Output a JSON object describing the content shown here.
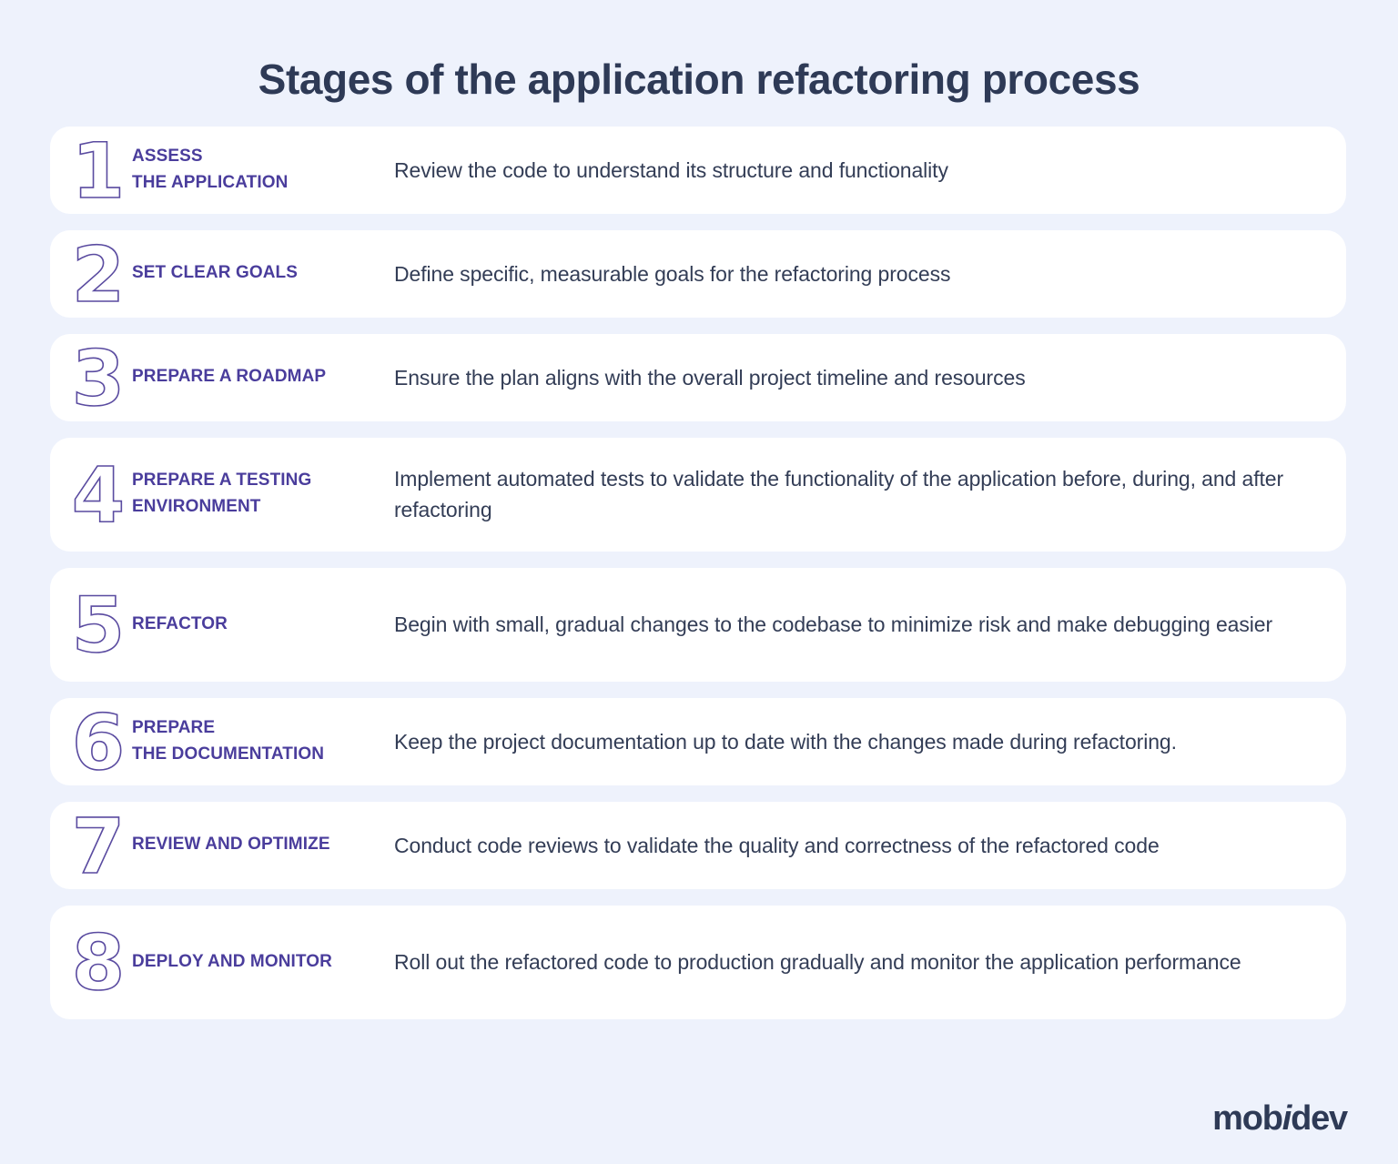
{
  "header": {
    "title": "Stages of the application refactoring process"
  },
  "colors": {
    "background": "#eef2fc",
    "card": "#ffffff",
    "title": "#2e3a56",
    "label": "#4a3d9c",
    "number_stroke": "#5a4ba0",
    "description": "#333d56",
    "logo": "#2e3a56"
  },
  "stages": [
    {
      "number": "1",
      "label": "ASSESS\nTHE APPLICATION",
      "description": "Review the code to understand its structure and functionality"
    },
    {
      "number": "2",
      "label": "SET CLEAR GOALS",
      "description": "Define specific, measurable goals for the refactoring process"
    },
    {
      "number": "3",
      "label": "PREPARE A ROADMAP",
      "description": "Ensure the plan aligns with the overall project timeline and resources"
    },
    {
      "number": "4",
      "label": "PREPARE A TESTING\nENVIRONMENT",
      "description": "Implement automated tests to validate the functionality of the application before, during, and after refactoring"
    },
    {
      "number": "5",
      "label": "REFACTOR",
      "description": "Begin with small, gradual changes to the codebase to minimize risk and make debugging easier"
    },
    {
      "number": "6",
      "label": "PREPARE\nTHE DOCUMENTATION",
      "description": "Keep the project documentation up to date with the changes made during refactoring."
    },
    {
      "number": "7",
      "label": "REVIEW AND OPTIMIZE",
      "description": "Conduct code reviews to validate the quality and correctness of the refactored code"
    },
    {
      "number": "8",
      "label": "DEPLOY AND MONITOR",
      "description": "Roll out the refactored code to production gradually and monitor the application performance"
    }
  ],
  "footer": {
    "logo_prefix": "mob",
    "logo_accent": "i",
    "logo_suffix": "dev"
  }
}
